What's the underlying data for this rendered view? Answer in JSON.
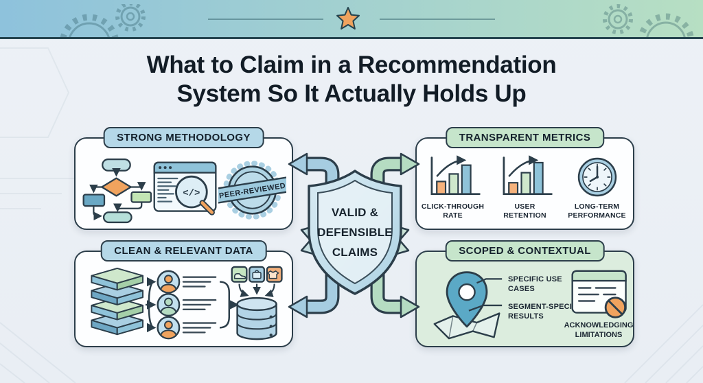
{
  "title": {
    "line1": "What to Claim in a Recommendation",
    "line2": "System So It Actually Holds Up"
  },
  "shield": {
    "line1": "VALID &",
    "line2": "DEFENSIBLE",
    "line3": "CLAIMS"
  },
  "methodology": {
    "header": "STRONG METHODOLOGY",
    "badge_label": "PEER-REVIEWED",
    "code_glyph": "</>"
  },
  "metrics": {
    "header": "TRANSPARENT METRICS",
    "items": [
      {
        "label": "CLICK-THROUGH RATE"
      },
      {
        "label": "USER RETENTION"
      },
      {
        "label": "LONG-TERM PERFORMANCE"
      }
    ]
  },
  "clean_data": {
    "header": "CLEAN & RELEVANT DATA"
  },
  "scoped": {
    "header": "SCOPED & CONTEXTUAL",
    "callout1": "SPECIFIC USE CASES",
    "callout2": "SEGMENT-SPECIFIC RESULTS",
    "limitation": "ACKNOWLEDGING LIMITATIONS"
  },
  "colors": {
    "outline": "#2c3e4a",
    "blue": "#a6cde1",
    "green": "#b5dcc2",
    "orange": "#f0a35e",
    "header_blue": "#b5d8e8",
    "header_green": "#c6e5cb",
    "box_bg": "#fdfeff",
    "scoped_bg": "#dcedde",
    "banner_left": "#8ec2dc",
    "banner_right": "#b7dfc3",
    "background": "#edf1f6"
  }
}
